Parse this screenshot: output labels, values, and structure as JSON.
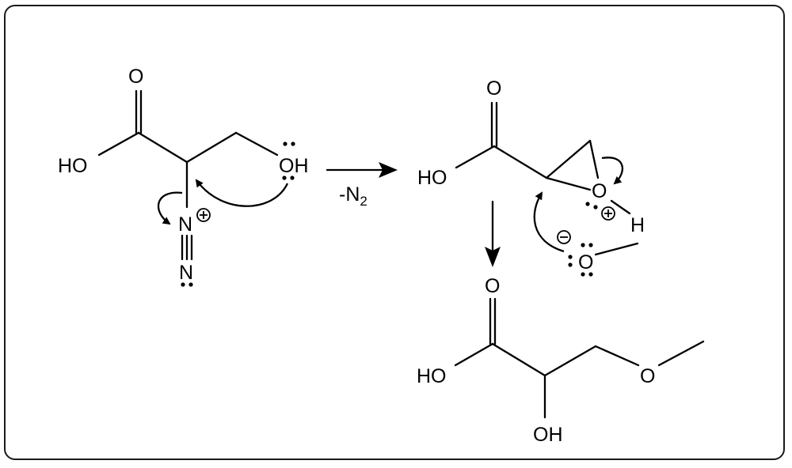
{
  "molecules": {
    "start": {
      "carbonyl_o": "O",
      "acid_ho": "HO",
      "hydroxyl": "OH",
      "diazo_n_plus": "N",
      "diazo_n_term": "N"
    },
    "epoxonium": {
      "carbonyl_o": "O",
      "acid_ho": "HO",
      "ring_o": "O",
      "ring_h": "H"
    },
    "methoxide": {
      "o": "O"
    },
    "product": {
      "carbonyl_o": "O",
      "acid_ho": "HO",
      "hydroxyl": "OH",
      "ether_o": "O"
    }
  },
  "reaction_arrow": {
    "label_prefix": "-N",
    "label_subscript": "2"
  },
  "charges": {
    "positive": "+",
    "negative": "−"
  }
}
